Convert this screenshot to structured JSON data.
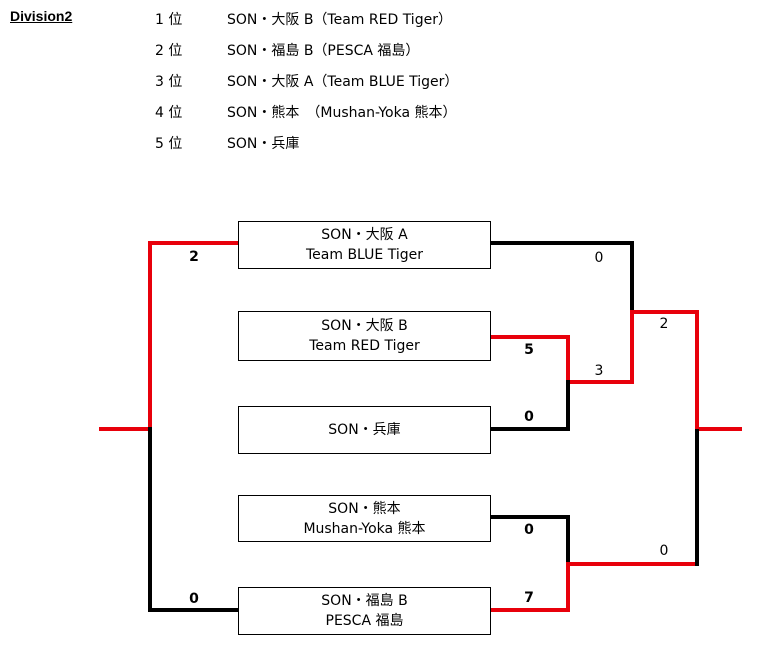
{
  "division_title": "Division2",
  "rankings": [
    {
      "rank": "1 位",
      "team": "SON・大阪 B（Team RED Tiger）"
    },
    {
      "rank": "2 位",
      "team": "SON・福島 B（PESCA 福島）"
    },
    {
      "rank": "3 位",
      "team": "SON・大阪 A（Team BLUE Tiger）"
    },
    {
      "rank": "4 位",
      "team": "SON・熊本　（Mushan-Yoka 熊本）"
    },
    {
      "rank": "5 位",
      "team": "SON・兵庫"
    }
  ],
  "teams": [
    {
      "line1": "SON・大阪 A",
      "line2": "Team BLUE Tiger"
    },
    {
      "line1": "SON・大阪 B",
      "line2": "Team RED Tiger"
    },
    {
      "line1": "SON・兵庫",
      "line2": ""
    },
    {
      "line1": "SON・熊本",
      "line2": "Mushan-Yoka 熊本"
    },
    {
      "line1": "SON・福島 B",
      "line2": "PESCA 福島"
    }
  ],
  "scores": {
    "osaka_b_vs_hyogo": {
      "osaka_b": "5",
      "hyogo": "0"
    },
    "kumamoto_vs_fukushima": {
      "kumamoto": "0",
      "fukushima": "7"
    },
    "osaka_a_vs_osaka_b": {
      "osaka_a": "0",
      "osaka_b": "3"
    },
    "semifinal_right": {
      "osaka_b": "2",
      "fukushima": "0"
    },
    "final_left": {
      "osaka_a": "2",
      "fukushima": "0"
    }
  },
  "colors": {
    "winner_line": "#e8000b",
    "loser_line": "#000000"
  }
}
